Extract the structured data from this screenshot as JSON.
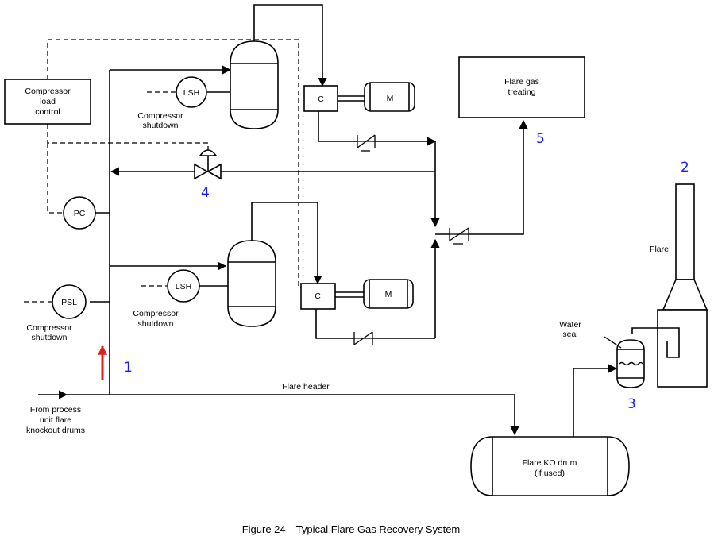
{
  "labels": {
    "compressor_load_control": [
      "Compressor",
      "load",
      "control"
    ],
    "lsh": "LSH",
    "compressor_shutdown": [
      "Compressor",
      "shutdown"
    ],
    "compressor": "C",
    "motor": "M",
    "pc": "PC",
    "psl": "PSL",
    "flare_gas_treating": [
      "Flare gas",
      "treating"
    ],
    "flare": "Flare",
    "water_seal": [
      "Water",
      "seal"
    ],
    "flare_header": "Flare header",
    "from_process": [
      "From process",
      "unit flare",
      "knockout drums"
    ],
    "flare_ko_drum": [
      "Flare KO drum",
      "(if used)"
    ]
  },
  "callouts": {
    "n1": "1",
    "n2": "2",
    "n3": "3",
    "n4": "4",
    "n5": "5"
  },
  "caption": "Figure 24—Typical Flare Gas Recovery System",
  "colors": {
    "callout": "#1a1aff",
    "arrow_highlight": "#e02020",
    "line": "#000000"
  }
}
